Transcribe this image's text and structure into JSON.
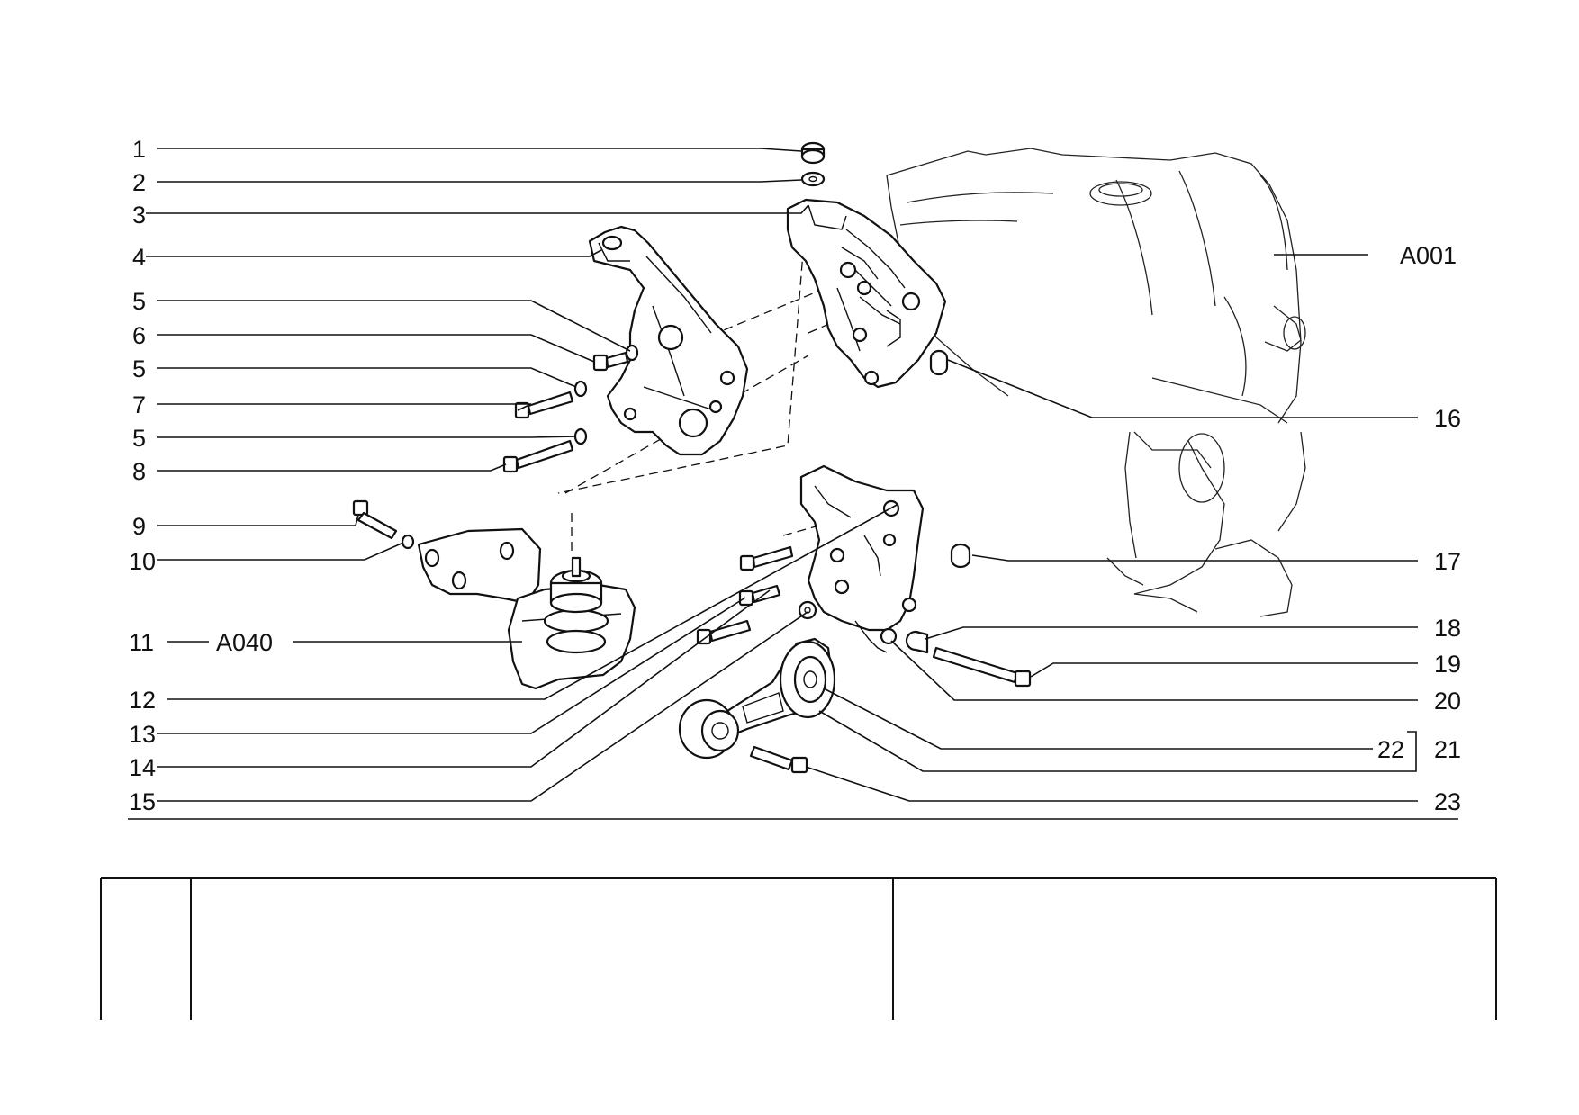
{
  "callouts": {
    "c1": "1",
    "c2": "2",
    "c3": "3",
    "c4": "4",
    "c5a": "5",
    "c6": "6",
    "c5b": "5",
    "c7": "7",
    "c5c": "5",
    "c8": "8",
    "c9": "9",
    "c10": "10",
    "c11": "11",
    "c11_ref": "A040",
    "c12": "12",
    "c13": "13",
    "c14": "14",
    "c15": "15",
    "c16": "16",
    "c17": "17",
    "c18": "18",
    "c19": "19",
    "c20": "20",
    "c21": "21",
    "c22": "22",
    "c23": "23",
    "ref_engine": "A001"
  },
  "table": {
    "col1": "",
    "col2": "",
    "col3": ""
  }
}
